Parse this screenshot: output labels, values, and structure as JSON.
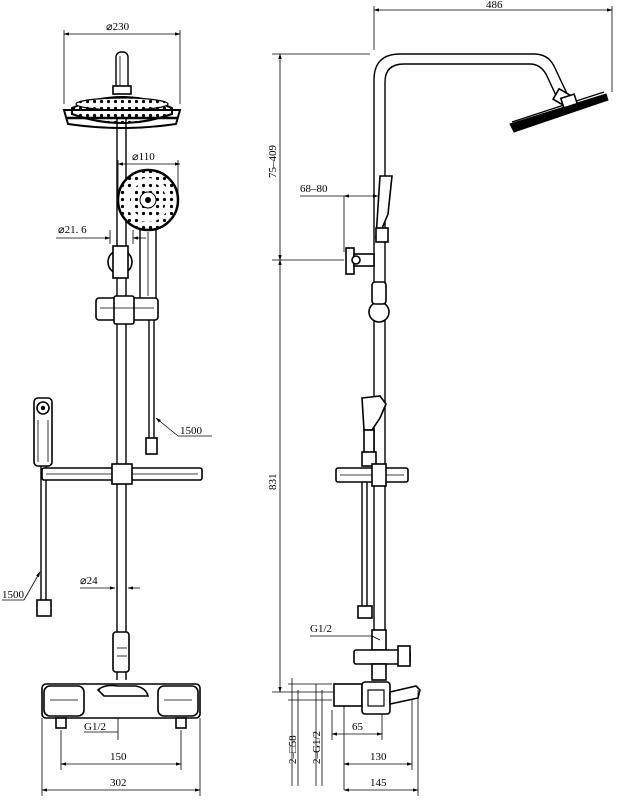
{
  "front_view": {
    "dia_head": "⌀230",
    "dia_hand": "⌀110",
    "dia_rail": "⌀21. 6",
    "hose_upper": "1500",
    "hose_lower": "1500",
    "dia_pipe": "⌀24",
    "thread": "G1/2",
    "spacing": "150",
    "width": "302"
  },
  "side_view": {
    "reach": "486",
    "height_adjust": "75–409",
    "holder_offset": "68–80",
    "height": "831",
    "thread": "G1/2",
    "spout": "65",
    "square_conn": "2–□58",
    "round_conn": "2–G1/2",
    "depth_130": "130",
    "depth_145": "145"
  }
}
